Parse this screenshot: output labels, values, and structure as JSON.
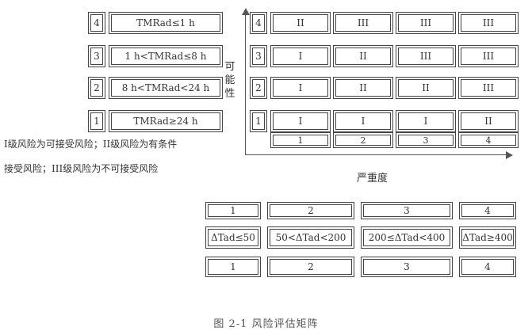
{
  "left_legend": [
    {
      "num": "4",
      "cond": "TMRad≤1 h"
    },
    {
      "num": "3",
      "cond": "1 h<TMRad≤8 h"
    },
    {
      "num": "2",
      "cond": "8 h<TMRad<24 h"
    },
    {
      "num": "1",
      "cond": "TMRad≥24 h"
    }
  ],
  "axis": {
    "y_label": "可能性",
    "x_label": "严重度"
  },
  "matrix": {
    "rows": [
      {
        "likelihood": "4",
        "cells": [
          "II",
          "III",
          "III",
          "III"
        ]
      },
      {
        "likelihood": "3",
        "cells": [
          "I",
          "II",
          "III",
          "III"
        ]
      },
      {
        "likelihood": "2",
        "cells": [
          "I",
          "II",
          "II",
          "III"
        ]
      },
      {
        "likelihood": "1",
        "cells": [
          "I",
          "I",
          "I",
          "II"
        ]
      }
    ],
    "severity": [
      "1",
      "2",
      "3",
      "4"
    ]
  },
  "note": {
    "line1": "I级风险为可接受风险；II级风险为有条件",
    "line2": "接受风险；III级风险为不可接受风险"
  },
  "bottom_table": {
    "row_top": [
      "1",
      "2",
      "3",
      "4"
    ],
    "row_mid": [
      "ΔTad≤50",
      "50<ΔTad<200",
      "200≤ΔTad<400",
      "ΔTad≥400"
    ],
    "row_bot": [
      "1",
      "2",
      "3",
      "4"
    ]
  },
  "caption": "图 2-1   风险评估矩阵"
}
